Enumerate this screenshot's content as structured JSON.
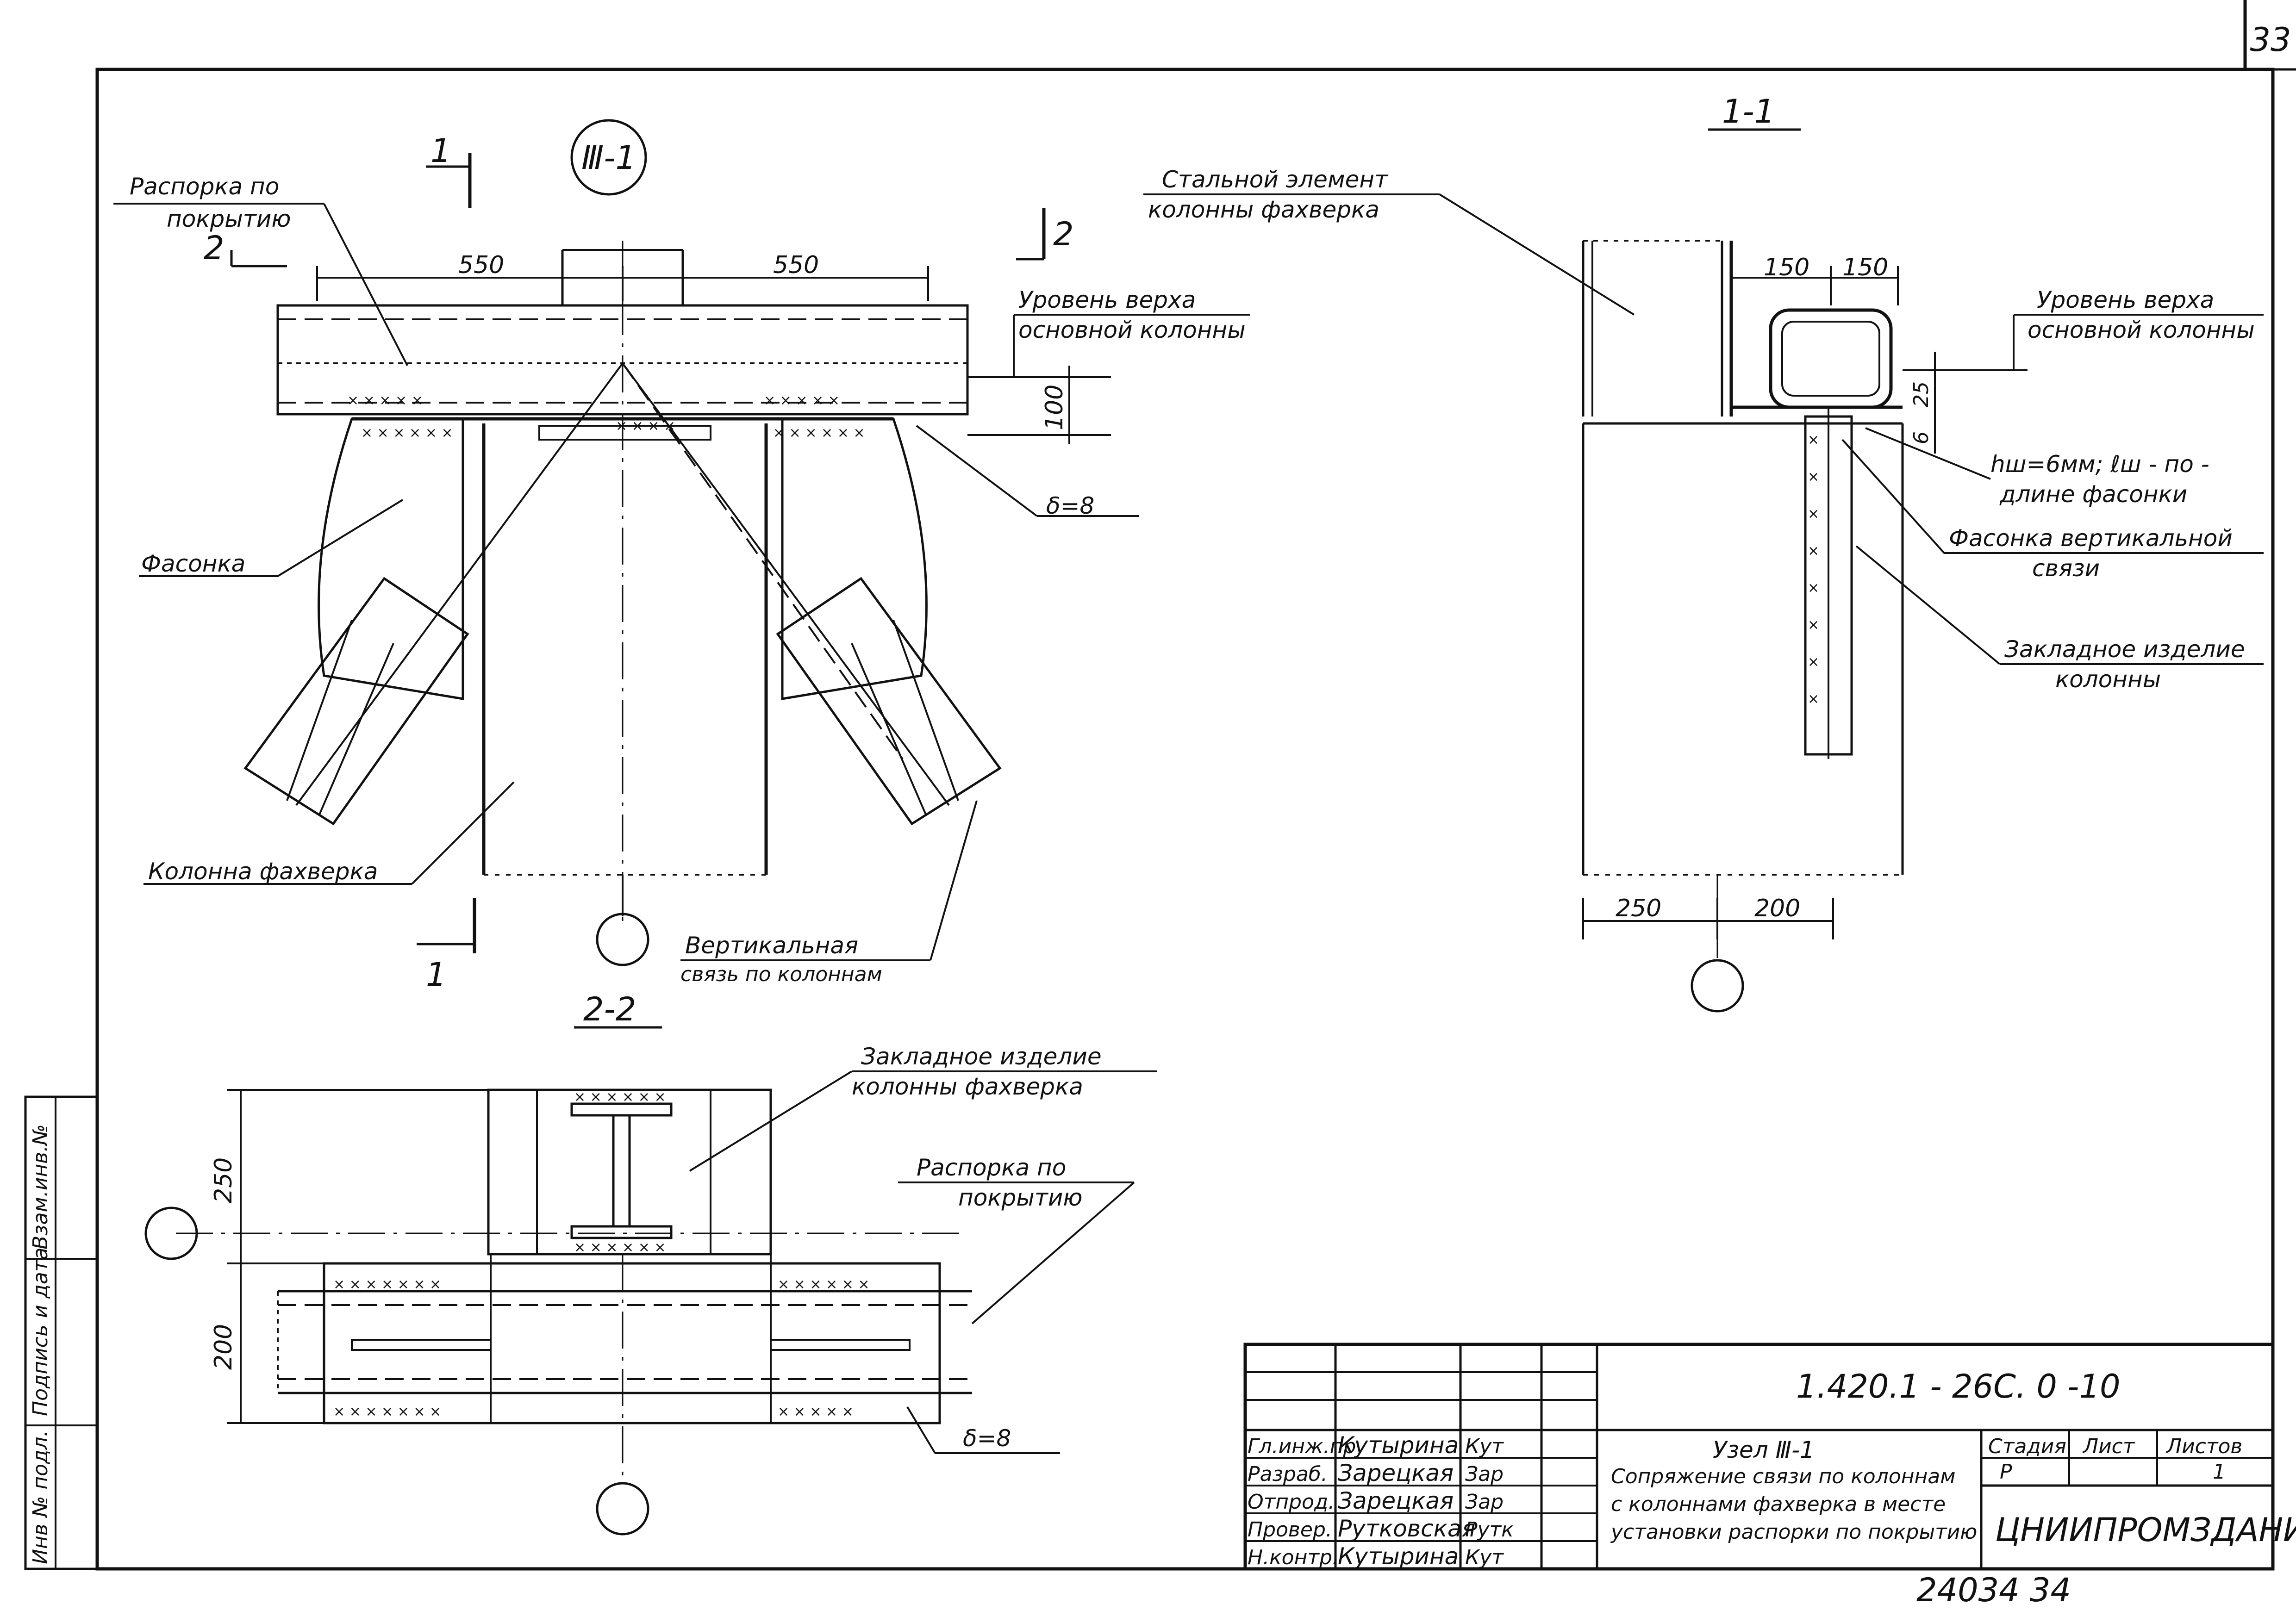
{
  "sheet": {
    "page_number": "33"
  },
  "node_view": {
    "node_mark": "Ⅲ-1",
    "section_mark_1": "1",
    "section_mark_2": "2",
    "dim_left": "550",
    "dim_right": "550",
    "dim_height": "100",
    "label_strut": [
      "Распорка по",
      "покрытию"
    ],
    "label_top_level": [
      "Уровень верха",
      "основной колонны"
    ],
    "label_gusset": "Фасонка",
    "label_delta": "δ=8",
    "label_column": "Колонна фахверка",
    "label_bracing": [
      "Вертикальная",
      "связь по колоннам"
    ]
  },
  "section_1": {
    "title": "1-1",
    "label_steel": [
      "Стальной элемент",
      "колонны фахверка"
    ],
    "label_top_level": [
      "Уровень верха",
      "основной колонны"
    ],
    "label_weld": [
      "hш=6мм; ℓш - по -",
      "длине фасонки"
    ],
    "label_gusset": [
      "Фасонка вертикальной",
      "связи"
    ],
    "label_embed": [
      "Закладное изделие",
      "колонны"
    ],
    "dim_150a": "150",
    "dim_150b": "150",
    "dim_25": "25",
    "dim_6": "6",
    "dim_250": "250",
    "dim_200": "200"
  },
  "section_2": {
    "title": "2-2",
    "label_embed": [
      "Закладное изделие",
      "колонны фахверка"
    ],
    "label_strut": [
      "Распорка по",
      "покрытию"
    ],
    "label_delta": "δ=8",
    "dim_250": "250",
    "dim_200": "200"
  },
  "margin_stamp": [
    "Инв № подл.",
    "Подпись и дата",
    "Взам.инв.№"
  ],
  "title_block": {
    "doc_code": "1.420.1 - 26С. 0 -10",
    "rows": [
      {
        "role": "Гл.инж.пр",
        "name": "Кутырина",
        "sign": "Кут"
      },
      {
        "role": "Разраб.",
        "name": "Зарецкая",
        "sign": "Зар"
      },
      {
        "role": "Отпрод.",
        "name": "Зарецкая",
        "sign": "Зар"
      },
      {
        "role": "Провер.",
        "name": "Рутковская",
        "sign": "Рутк"
      },
      {
        "role": "Н.контр.",
        "name": "Кутырина",
        "sign": "Кут"
      }
    ],
    "title_lines": [
      "Узел Ⅲ-1",
      "Сопряжение связи по колоннам",
      "с колоннами фахверка в месте",
      "установки распорки по покрытию"
    ],
    "stage_label": "Стадия",
    "sheet_label": "Лист",
    "sheets_label": "Листов",
    "stage_value": "Р",
    "sheets_value": "1",
    "org": "ЦНИИПРОМЗДАНИЙ"
  },
  "footer": {
    "code": "24034 34"
  }
}
